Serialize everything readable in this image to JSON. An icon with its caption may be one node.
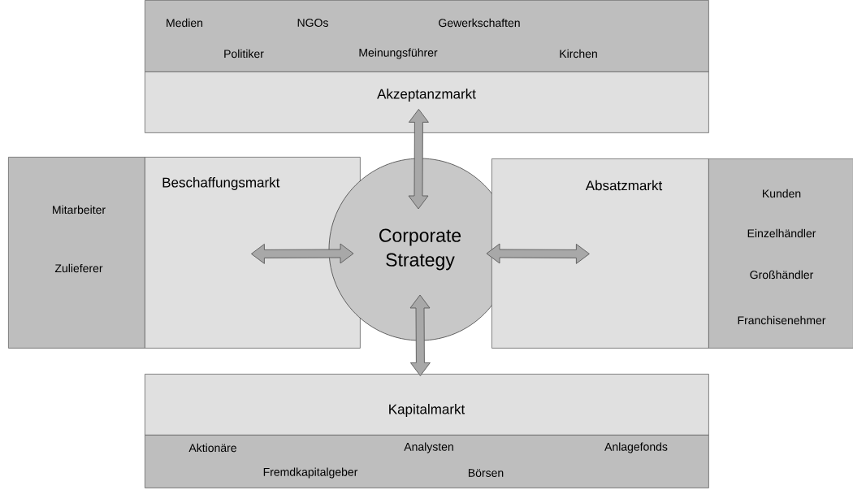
{
  "diagram": {
    "nodes": [
      {
        "text": [
          "Medien",
          "NGOs",
          "Gewerkschaften",
          "Politiker",
          "Meinungsführer",
          "Kirchen"
        ]
      },
      {
        "text": [
          "Akzeptanzmarkt"
        ]
      },
      {
        "text": [
          "Mitarbeiter",
          "Zulieferer"
        ]
      },
      {
        "text": [
          "Beschaffungsmarkt"
        ]
      },
      {
        "text": [
          "Corporate Strategy"
        ]
      },
      {
        "text": [
          "Absatzmarkt"
        ]
      },
      {
        "text": [
          "Kunden",
          "Einzelhändler",
          "Großhändler",
          "Franchisenehmer"
        ]
      },
      {
        "text": [
          "Kapitalmarkt"
        ]
      },
      {
        "text": [
          "Aktionäre",
          "Analysten",
          "Anlagefonds",
          "Fremdkapitalgeber",
          "Börsen"
        ]
      }
    ],
    "edges": [
      {
        "from": 4,
        "to": 1,
        "arrow": "both"
      },
      {
        "from": 4,
        "to": 3,
        "arrow": "both"
      },
      {
        "from": 4,
        "to": 5,
        "arrow": "both"
      },
      {
        "from": 4,
        "to": 7,
        "arrow": "both"
      }
    ]
  }
}
